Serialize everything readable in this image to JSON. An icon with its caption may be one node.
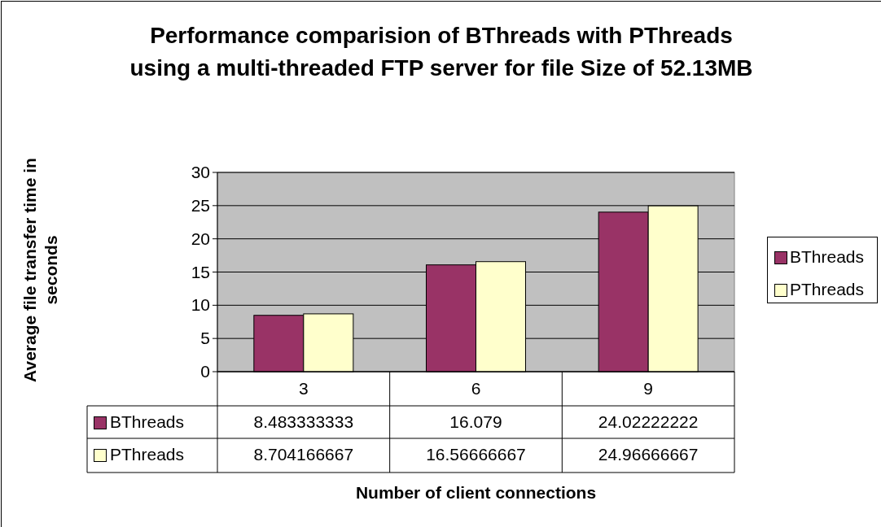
{
  "diagram": {
    "title": "Performance comparision of BThreads with PThreads using a multi-threaded FTP server for file Size of 52.13MB",
    "labels": [
      "8.483333333",
      "16.079",
      "24.02222222",
      "8.704166667",
      "16.56666667",
      "24.96666667"
    ],
    "legend": [
      {
        "text": "BThreads",
        "color": "#993366"
      },
      {
        "text": "PThreads",
        "color": "#ffffcc"
      }
    ],
    "chart_data": {
      "type": "bar",
      "xlabel": "Number of client connections",
      "ylabel": "Average file transfer time in seconds",
      "categories": [
        "3",
        "6",
        "9"
      ],
      "series": [
        {
          "name": "BThreads",
          "color": "#993366",
          "values": [
            8.483333333,
            16.079,
            24.02222222
          ]
        },
        {
          "name": "PThreads",
          "color": "#ffffcc",
          "values": [
            8.704166667,
            16.56666667,
            24.96666667
          ]
        }
      ],
      "ylim": [
        0,
        30
      ],
      "grid": true,
      "yticks": [
        0,
        5,
        10,
        15,
        20,
        25,
        30
      ]
    }
  }
}
